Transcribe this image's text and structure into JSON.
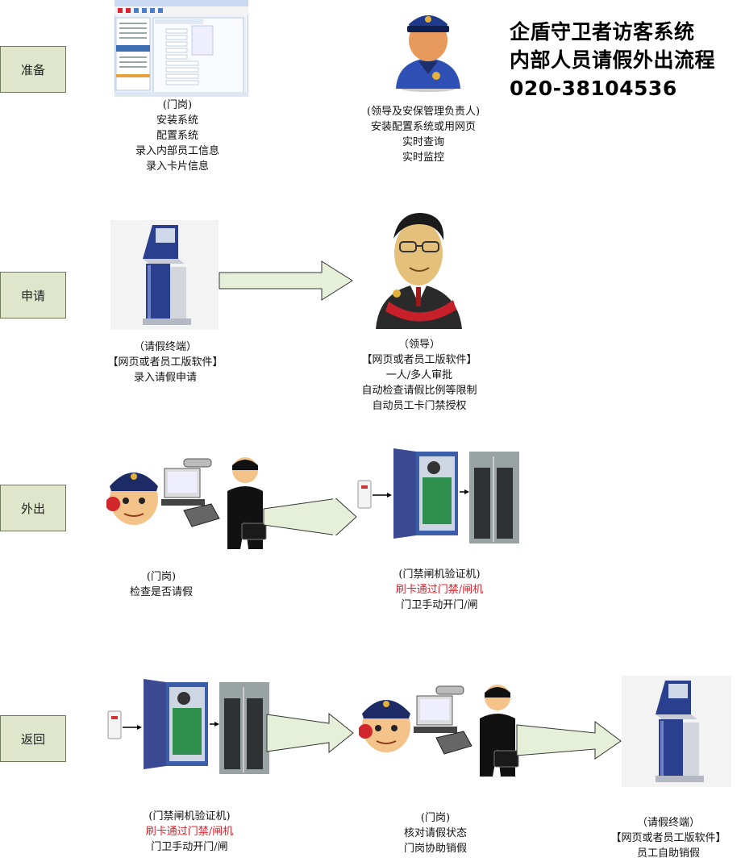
{
  "title": {
    "line1": "企盾守卫者访客系统",
    "line2": "内部人员请假外出流程",
    "line3": "020-38104536"
  },
  "stages": [
    {
      "label": "准备"
    },
    {
      "label": "申请"
    },
    {
      "label": "外出"
    },
    {
      "label": "返回"
    }
  ],
  "captions": {
    "prep_gate": [
      "(门岗)",
      "安装系统",
      "配置系统",
      "录入内部员工信息",
      "录入卡片信息"
    ],
    "prep_leader": [
      "(领导及安保管理负责人)",
      "安装配置系统或用网页",
      "实时查询",
      "实时监控"
    ],
    "apply_terminal": [
      "（请假终端）",
      "【网页或者员工版软件】",
      "录入请假申请"
    ],
    "apply_leader": [
      "（领导）",
      "【网页或者员工版软件】",
      "一人/多人审批",
      "自动检查请假比例等限制",
      "自动员工卡门禁授权"
    ],
    "out_gate": [
      "(门岗)",
      "检查是否请假"
    ],
    "out_access": [
      "(门禁闸机验证机)",
      "刷卡通过门禁/闸机",
      "门卫手动开门/闸"
    ],
    "return_access": [
      "(门禁闸机验证机)",
      "刷卡通过门禁/闸机",
      "门卫手动开门/闸"
    ],
    "return_gate": [
      "(门岗)",
      "核对请假状态",
      "门岗协助销假"
    ],
    "return_terminal": [
      "（请假终端）",
      "【网页或者员工版软件】",
      "员工自助销假"
    ]
  },
  "colors": {
    "stage_fill": "#dfe6cc",
    "highlight": "#e0202a",
    "arrow_fill": "#e6f0d8",
    "kiosk_blue": "#2b3f8f"
  },
  "icons": {
    "software": "software-screenshot",
    "security": "security-officer-icon",
    "leader": "leader-avatar-icon",
    "kiosk": "kiosk-terminal-icon",
    "guard_desk": "guard-desk-icon",
    "controller": "access-controller-icon",
    "gate": "glass-gate-icon",
    "reader": "card-reader-icon"
  }
}
